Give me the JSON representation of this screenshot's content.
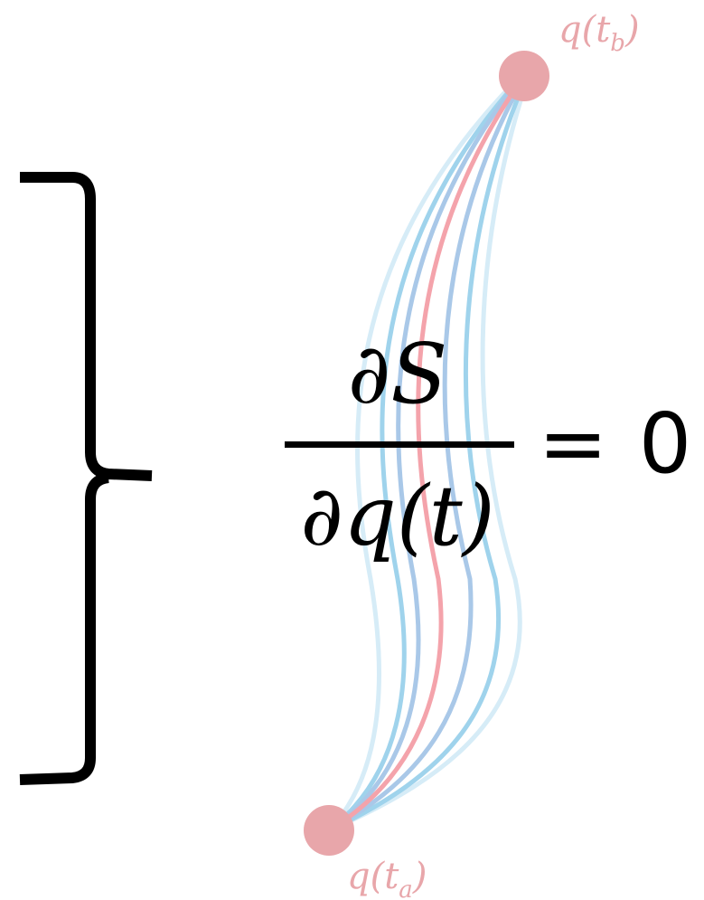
{
  "equation": {
    "numerator": "∂S",
    "denominator": "∂q(t)",
    "equals": "=",
    "rhs": "0"
  },
  "endpoints": {
    "top": {
      "base": "q(t",
      "subscript": "b",
      "close": ")"
    },
    "bottom": {
      "base": "q(t",
      "subscript": "a",
      "close": ")"
    }
  },
  "colors": {
    "endpoint": "#e8a6aa",
    "true_path": "#f4a3ab",
    "varied_path_strong": "#9fd3ec",
    "varied_path_mid": "#a9c8e8",
    "varied_path_light": "#d6ecf7",
    "brace": "#000000"
  }
}
